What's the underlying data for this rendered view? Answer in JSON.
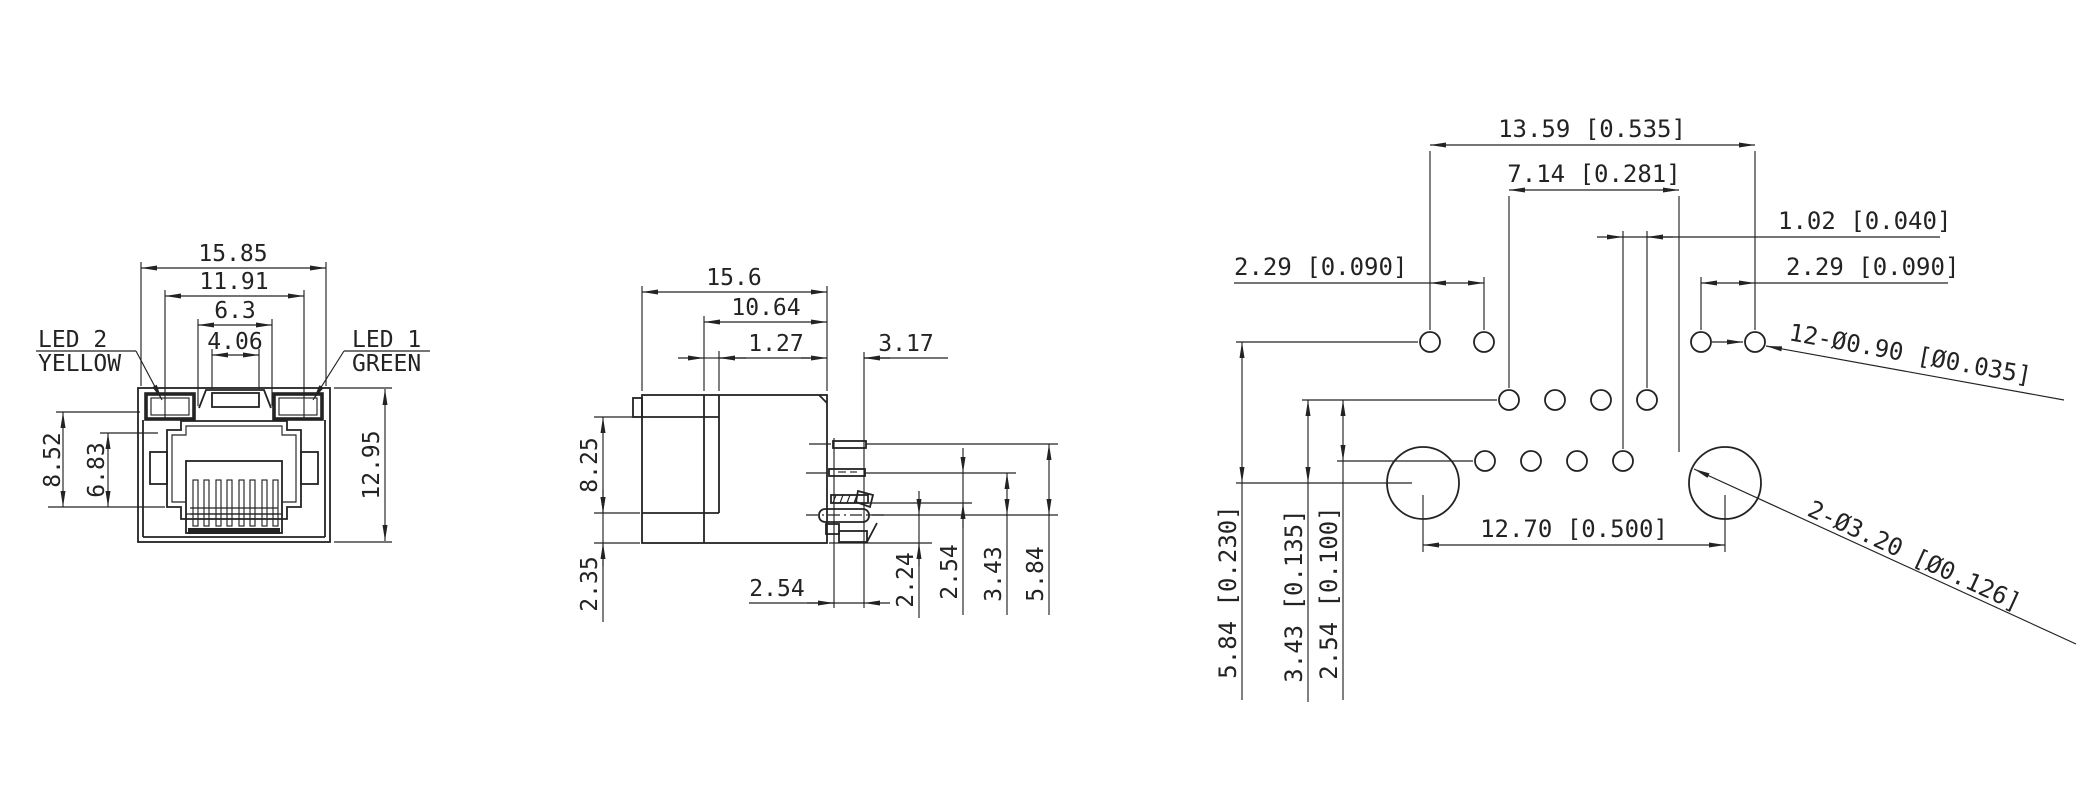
{
  "front_view": {
    "dim_overall_width": "15.85",
    "dim_shield_width": "11.91",
    "dim_tab_width": "6.3",
    "dim_tab_top_width": "4.06",
    "dim_opening_height": "8.52",
    "dim_inner_height": "6.83",
    "dim_overall_height": "12.95",
    "led2_name": "LED 2",
    "led2_color": "YELLOW",
    "led1_name": "LED 1",
    "led1_color": "GREEN"
  },
  "side_view": {
    "dim_overall_depth": "15.6",
    "dim_body_depth": "10.64",
    "dim_pin_inset": "1.27",
    "dim_pin_tail": "3.17",
    "dim_body_height": "8.25",
    "dim_standoff_height": "2.35",
    "dim_pin_pitch": "2.54",
    "dim_pin_a": "2.24",
    "dim_pin_b": "2.54",
    "dim_pin_c": "3.43",
    "dim_pin_d": "5.84"
  },
  "footprint_view": {
    "dim_outer_span": "13.59 [0.535]",
    "dim_inner_span": "7.14 [0.281]",
    "dim_row_stagger": "1.02 [0.040]",
    "dim_led_pitch_left": "2.29 [0.090]",
    "dim_led_pitch_right": "2.29 [0.090]",
    "dim_mount_span": "12.70 [0.500]",
    "dim_depth_a": "5.84 [0.230]",
    "dim_depth_b": "3.43 [0.135]",
    "dim_depth_c": "2.54 [0.100]",
    "note_pin_holes": "12-Ø0.90 [Ø0.035]",
    "note_mount_holes": "2-Ø3.20 [Ø0.126]"
  },
  "colors": {
    "line": "#232323",
    "background": "#ffffff"
  }
}
